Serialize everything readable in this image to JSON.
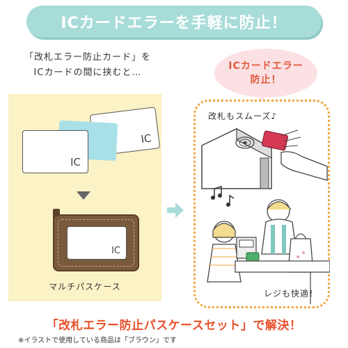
{
  "banner": {
    "title": "ICカードエラーを手軽に防止！"
  },
  "intro": {
    "line1": "「改札エラー防止カード」を",
    "line2": "ICカードの間に挟むと…"
  },
  "cards": {
    "ic_label": "IC"
  },
  "pass": {
    "ic_label": "IC",
    "caption": "マルチパスケース"
  },
  "bubble": {
    "line1": "ICカードエラー",
    "line2": "防止！"
  },
  "scene": {
    "gate_label": "改札もスムーズ♪",
    "register_label": "レジも快適！"
  },
  "footer": {
    "headline": "「改札エラー防止パスケースセット」で解決！",
    "note": "※イラストで使用している商品は「ブラウン」です"
  },
  "colors": {
    "banner": "#a8dcd8",
    "panel_yellow": "#fbf2c6",
    "accent_orange": "#e8502a",
    "card_teal": "#a8e0e8",
    "pass_brown": "#7a5a3c",
    "dotted_border": "#f0a63c"
  }
}
